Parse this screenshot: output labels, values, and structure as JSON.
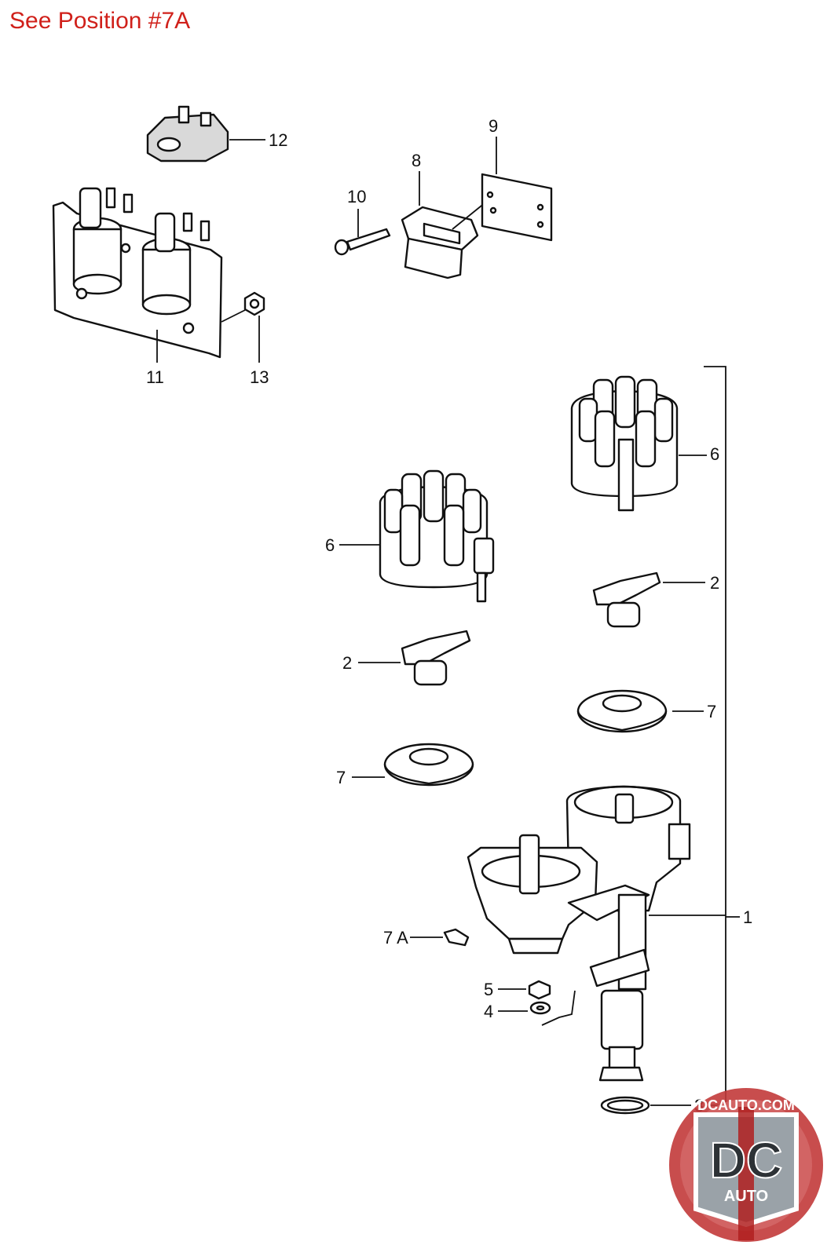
{
  "header": {
    "note": "See Position #7A"
  },
  "callouts": {
    "c12": "12",
    "c11": "11",
    "c13": "13",
    "c10": "10",
    "c8": "8",
    "c9": "9",
    "c6a": "6",
    "c6b": "6",
    "c2a": "2",
    "c2b": "2",
    "c7a": "7",
    "c7b": "7",
    "c1": "1",
    "c7A": "7 A",
    "c5": "5",
    "c4": "4",
    "c3": "3"
  },
  "logo": {
    "site": "DCAUTO.COM",
    "mark": "DC",
    "word": "AUTO"
  },
  "colors": {
    "header": "#d0201a",
    "logo_ring": "#c23a3a",
    "logo_core": "#9aa2a8"
  }
}
